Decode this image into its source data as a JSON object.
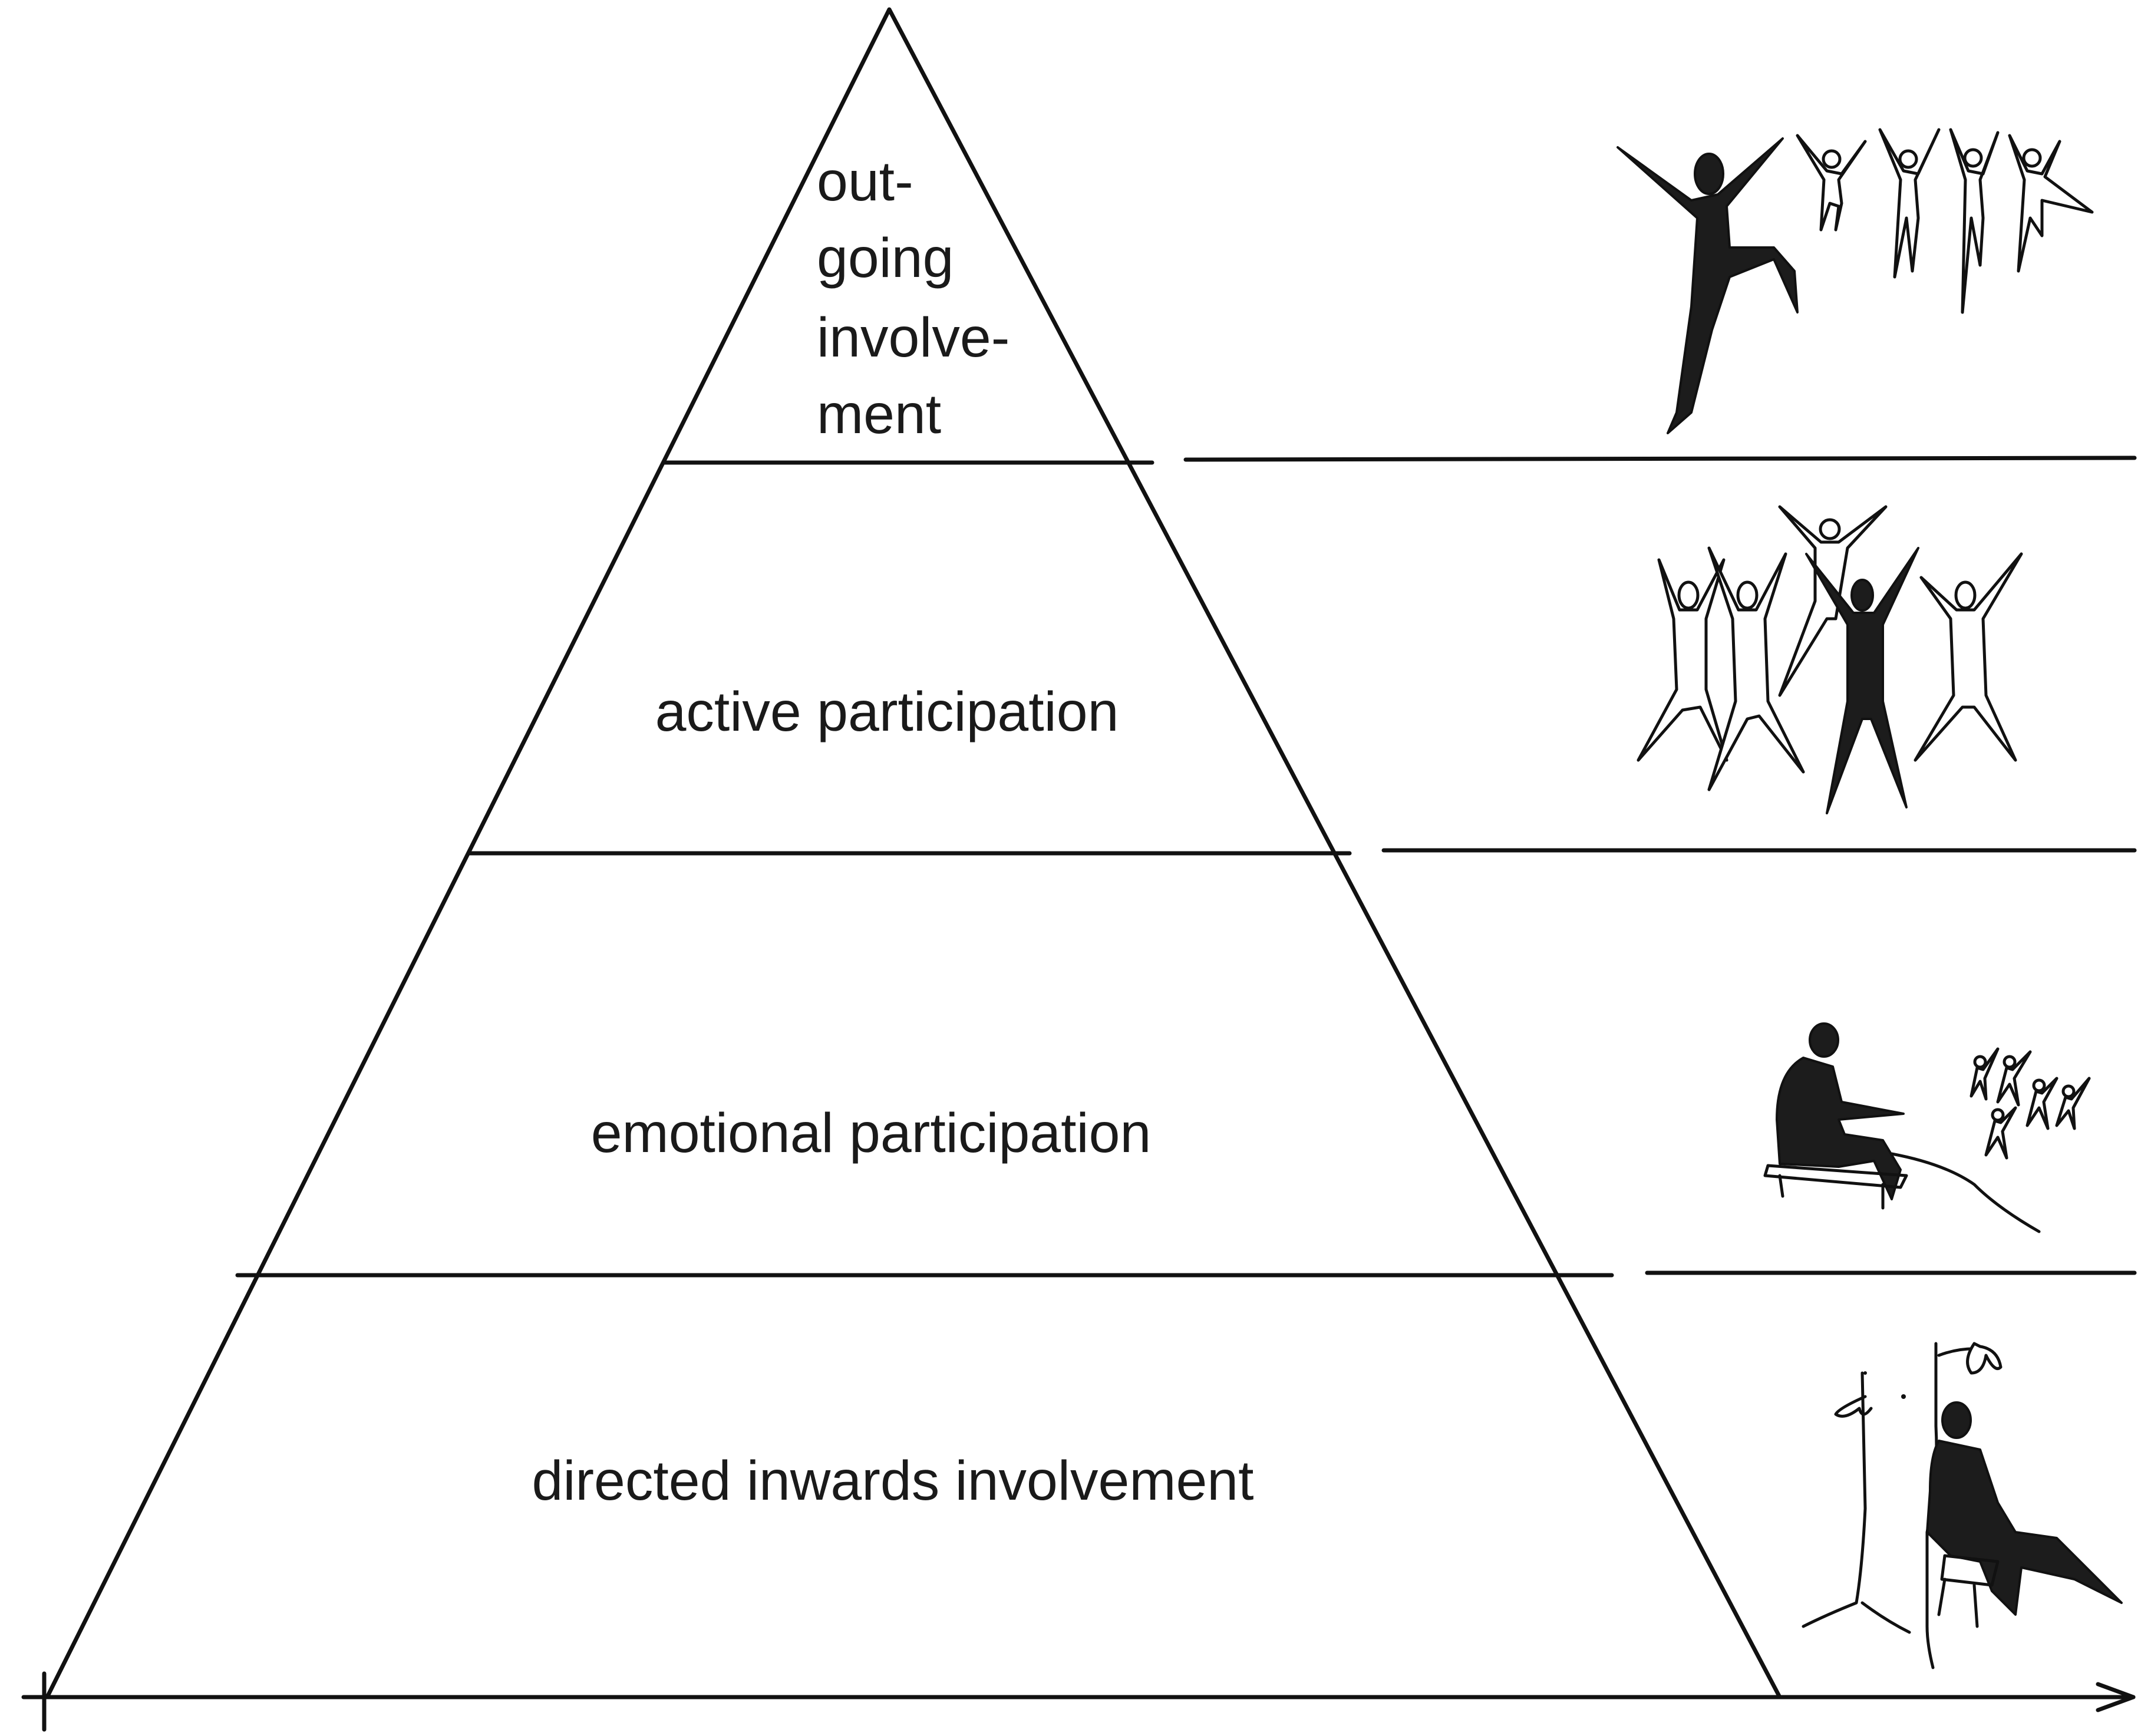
{
  "diagram": {
    "type": "pyramid",
    "levels": [
      {
        "label_lines": [
          "out-",
          "going",
          "involve-",
          "ment"
        ],
        "illustration": "leaping-figures-icon"
      },
      {
        "label": "active participation",
        "illustration": "dancing-group-icon"
      },
      {
        "label": "emotional participation",
        "illustration": "seated-spectator-icon"
      },
      {
        "label": "directed inwards involvement",
        "illustration": "person-under-tree-icon"
      }
    ],
    "base_axis": "arrow-right",
    "color_scheme": "black-and-white line drawing"
  }
}
